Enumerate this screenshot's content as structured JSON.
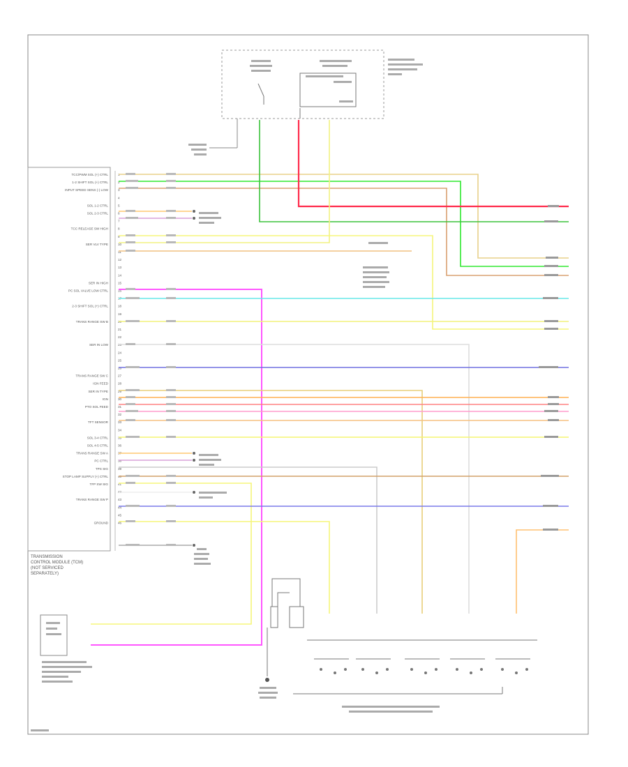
{
  "module": {
    "labels": [
      "TRANSMISSION",
      "CONTROL MODULE (TCM)",
      "(NOT SERVICED",
      "SEPARATELY)"
    ]
  },
  "pins": [
    "TCC/PWM SOL (+) CTRL",
    "1-2 SHIFT SOL (+) CTRL",
    "INPUT SPEED SENS (-) LOW",
    "",
    "SOL 1-2 CTRL",
    "SOL 2-3 CTRL",
    "",
    "TCC RELEASE SW HIGH",
    "",
    "SER VLV TYPE",
    "",
    "",
    "",
    "",
    "SER IN HIGH",
    "PC SOL VALVE LOW CTRL",
    "",
    "2-3 SHIFT SOL (+) CTRL",
    "",
    "TRANS RANGE SW B",
    "",
    "",
    "SER IN LOW",
    "",
    "",
    "",
    "TRANS RANGE SW C",
    "IGN FEED",
    "SER IN TYPE",
    "IGN",
    "PTO SOL FEED",
    "",
    "TFT SENSOR",
    "",
    "SOL 3-4 CTRL",
    "SOL 4-5 CTRL",
    "TRANS RANGE SW A",
    "PC CTRL",
    "TPS SIG",
    "STOP LAMP SUPPLY (+) CTRL",
    "TFP SW SIG",
    "",
    "TRANS RANGE SW P",
    "",
    "",
    "GROUND"
  ]
}
